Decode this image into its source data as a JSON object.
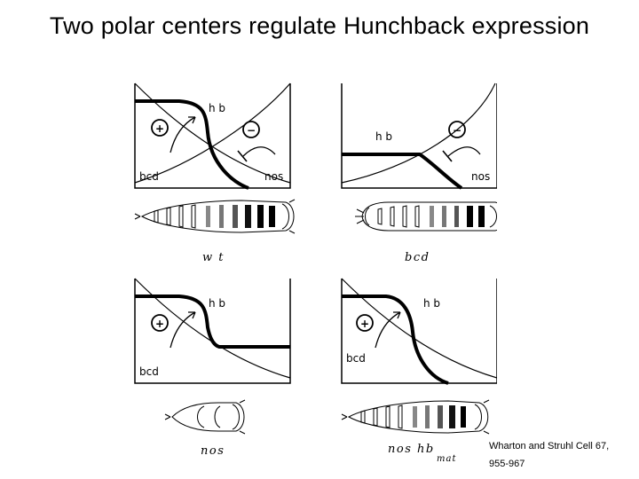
{
  "slide": {
    "title": "Two polar centers regulate Hunchback expression",
    "citation_line1": "Wharton and Struhl Cell 67,",
    "citation_line2": "955-967"
  },
  "panels": {
    "top_left": {
      "hb": "h b",
      "bcd": "bcd",
      "nos": "nos",
      "plus": "+",
      "minus": "−",
      "genotype": "w t"
    },
    "top_right": {
      "hb": "h b",
      "nos": "nos",
      "minus": "−",
      "genotype": "bcd"
    },
    "bottom_left": {
      "hb": "h b",
      "bcd": "bcd",
      "plus": "+",
      "genotype": "nos"
    },
    "bottom_right": {
      "hb": "h b",
      "bcd": "bcd",
      "plus": "+",
      "genotype": "nos hb",
      "genotype_sub": "mat"
    }
  },
  "colors": {
    "ink": "#000000",
    "background": "#ffffff"
  }
}
